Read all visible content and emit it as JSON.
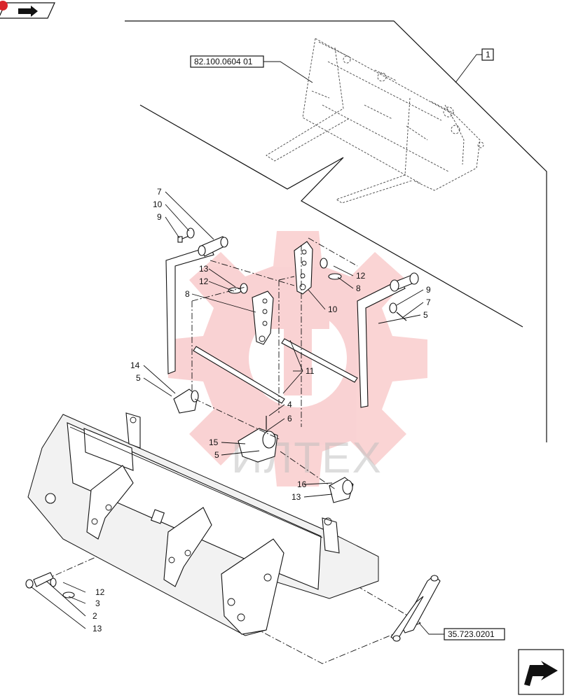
{
  "references": {
    "upper_assembly": "82.100.0604 01",
    "cylinder": "35.723.0201",
    "group": "1"
  },
  "callouts": [
    "7",
    "10",
    "9",
    "13",
    "12",
    "8",
    "14",
    "5",
    "11",
    "4",
    "6",
    "15",
    "5",
    "16",
    "13",
    "12",
    "3",
    "2",
    "13",
    "12",
    "8",
    "10",
    "9",
    "7",
    "5"
  ],
  "watermark": {
    "text": "ИЛТЕХ",
    "color": "#e8393a"
  },
  "nav": {
    "top_icon": "book-arrow-icon",
    "bottom_icon": "next-page-arrow-icon",
    "badge_color": "#d9262c"
  }
}
